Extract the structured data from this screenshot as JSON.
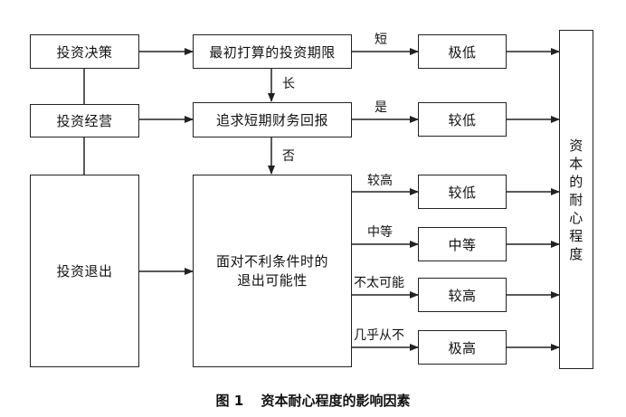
{
  "nodes": {
    "invest_decision": "投资决策",
    "invest_operation": "投资经营",
    "invest_exit": "投资退出",
    "initial_period": "最初打算的投资期限",
    "short_return": "追求短期财务回报",
    "adverse_line1": "面对不利条件时的",
    "adverse_line2": "退出可能性",
    "res_very_low": "极低",
    "res_low_1": "较低",
    "res_low_2": "较低",
    "res_medium": "中等",
    "res_high": "较高",
    "res_very_high": "极高",
    "patience": [
      "资",
      "本",
      "的",
      "耐",
      "心",
      "程",
      "度"
    ]
  },
  "edge_labels": {
    "short": "短",
    "long": "长",
    "yes": "是",
    "no": "否",
    "higher": "较高",
    "medium": "中等",
    "unlikely": "不太可能",
    "almost_not": "几乎从不"
  },
  "caption": {
    "number": "图 1",
    "title": "资本耐心程度的影响因素"
  }
}
